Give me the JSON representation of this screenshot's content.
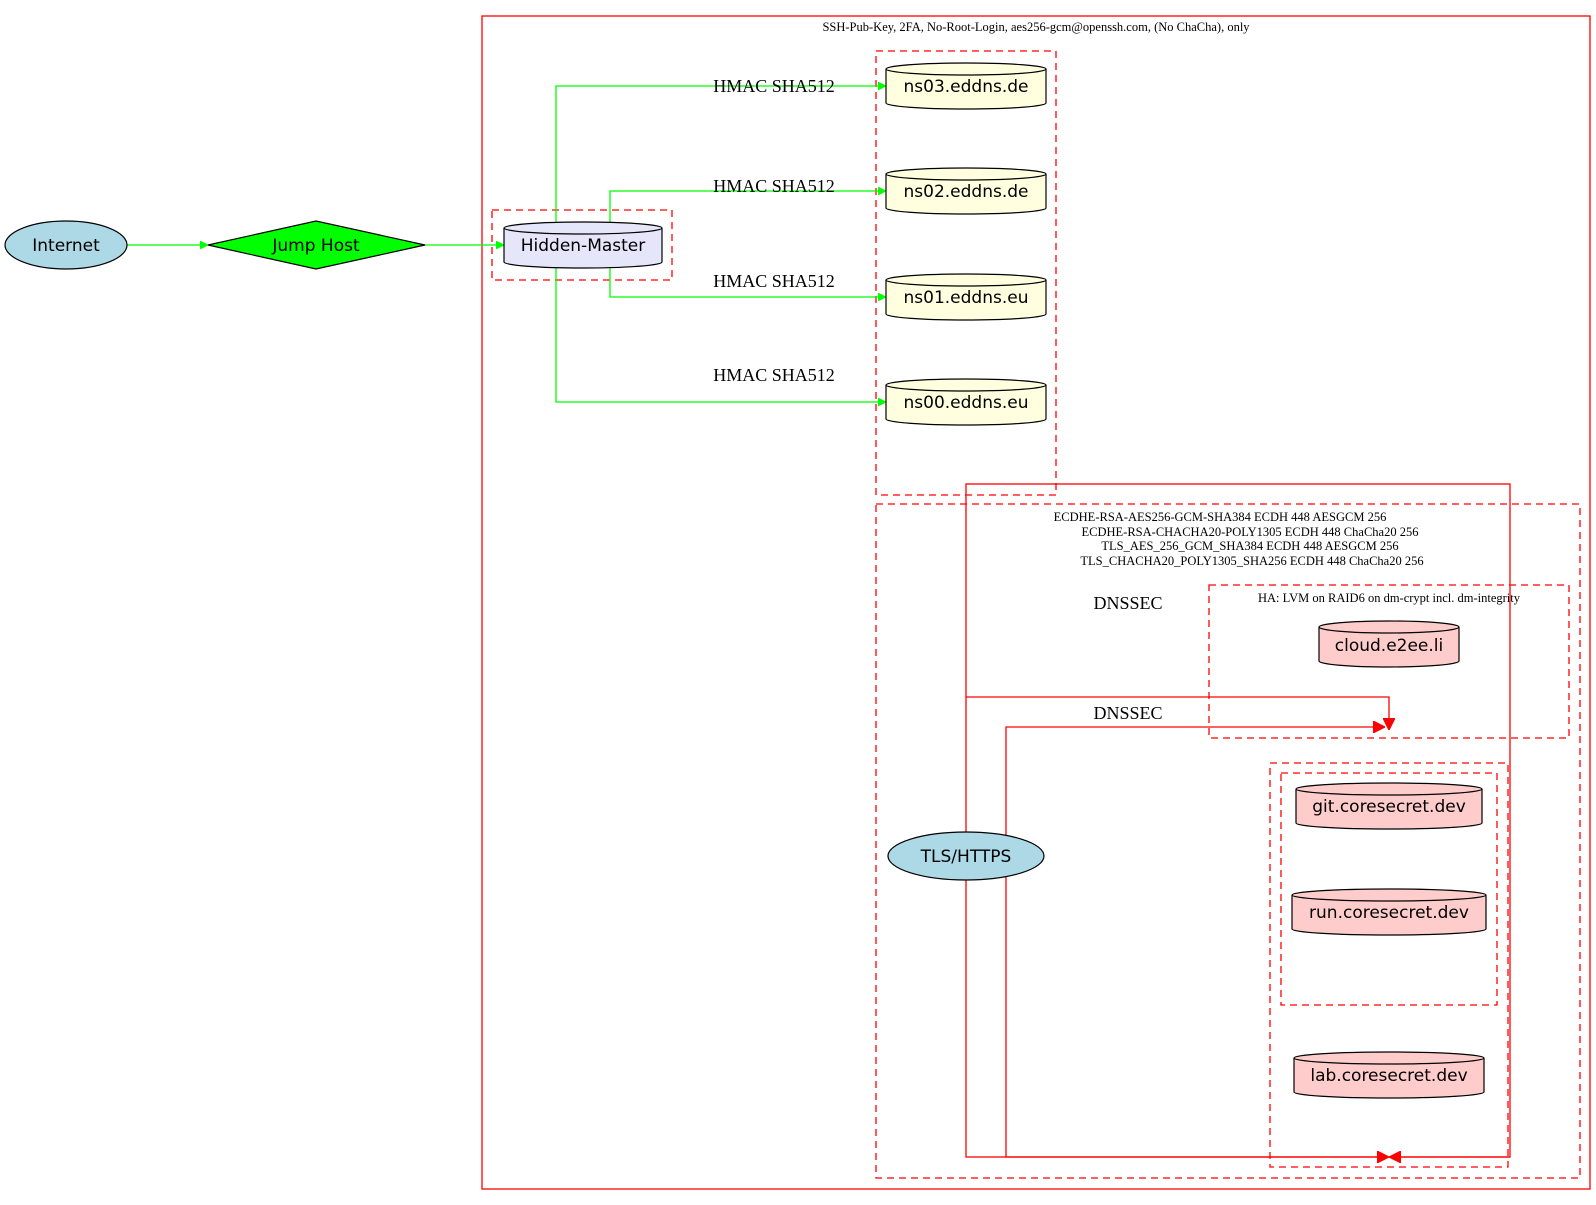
{
  "colors": {
    "cluster_border": "#ff0000",
    "hmac_edge": "#00ff00",
    "dnssec_edge": "#ff0000",
    "ellipse_fill": "#add8e6",
    "diamond_fill": "#00ff00",
    "master_fill": "#e6e6fa",
    "ns_fill": "#ffffe0",
    "server_fill": "#ffcccc",
    "node_stroke": "#000000"
  },
  "clusters": {
    "outer": "SSH-Pub-Key, 2FA, No-Root-Login, aes256-gcm@openssh.com, (No ChaCha), only",
    "tls_lines": [
      "ECDHE-RSA-AES256-GCM-SHA384 ECDH 448 AESGCM 256",
      "ECDHE-RSA-CHACHA20-POLY1305 ECDH 448 ChaCha20 256",
      "TLS_AES_256_GCM_SHA384 ECDH 448 AESGCM 256",
      "TLS_CHACHA20_POLY1305_SHA256 ECDH 448 ChaCha20 256"
    ],
    "ha": "HA: LVM on RAID6 on dm-crypt incl. dm-integrity"
  },
  "nodes": {
    "internet": "Internet",
    "jump_host": "Jump Host",
    "hidden_master": "Hidden-Master",
    "ns03": "ns03.eddns.de",
    "ns02": "ns02.eddns.de",
    "ns01": "ns01.eddns.eu",
    "ns00": "ns00.eddns.eu",
    "tls": "TLS/HTTPS",
    "cloud": "cloud.e2ee.li",
    "git": "git.coresecret.dev",
    "run": "run.coresecret.dev",
    "lab": "lab.coresecret.dev"
  },
  "edges": {
    "hmac_labels": [
      "HMAC SHA512",
      "HMAC SHA512",
      "HMAC SHA512",
      "HMAC SHA512"
    ],
    "dnssec_labels": [
      "DNSSEC",
      "DNSSEC"
    ]
  },
  "icons": {
    "cylinder": "database-cylinder-icon",
    "diamond": "diamond-shape",
    "ellipse": "ellipse-shape"
  }
}
